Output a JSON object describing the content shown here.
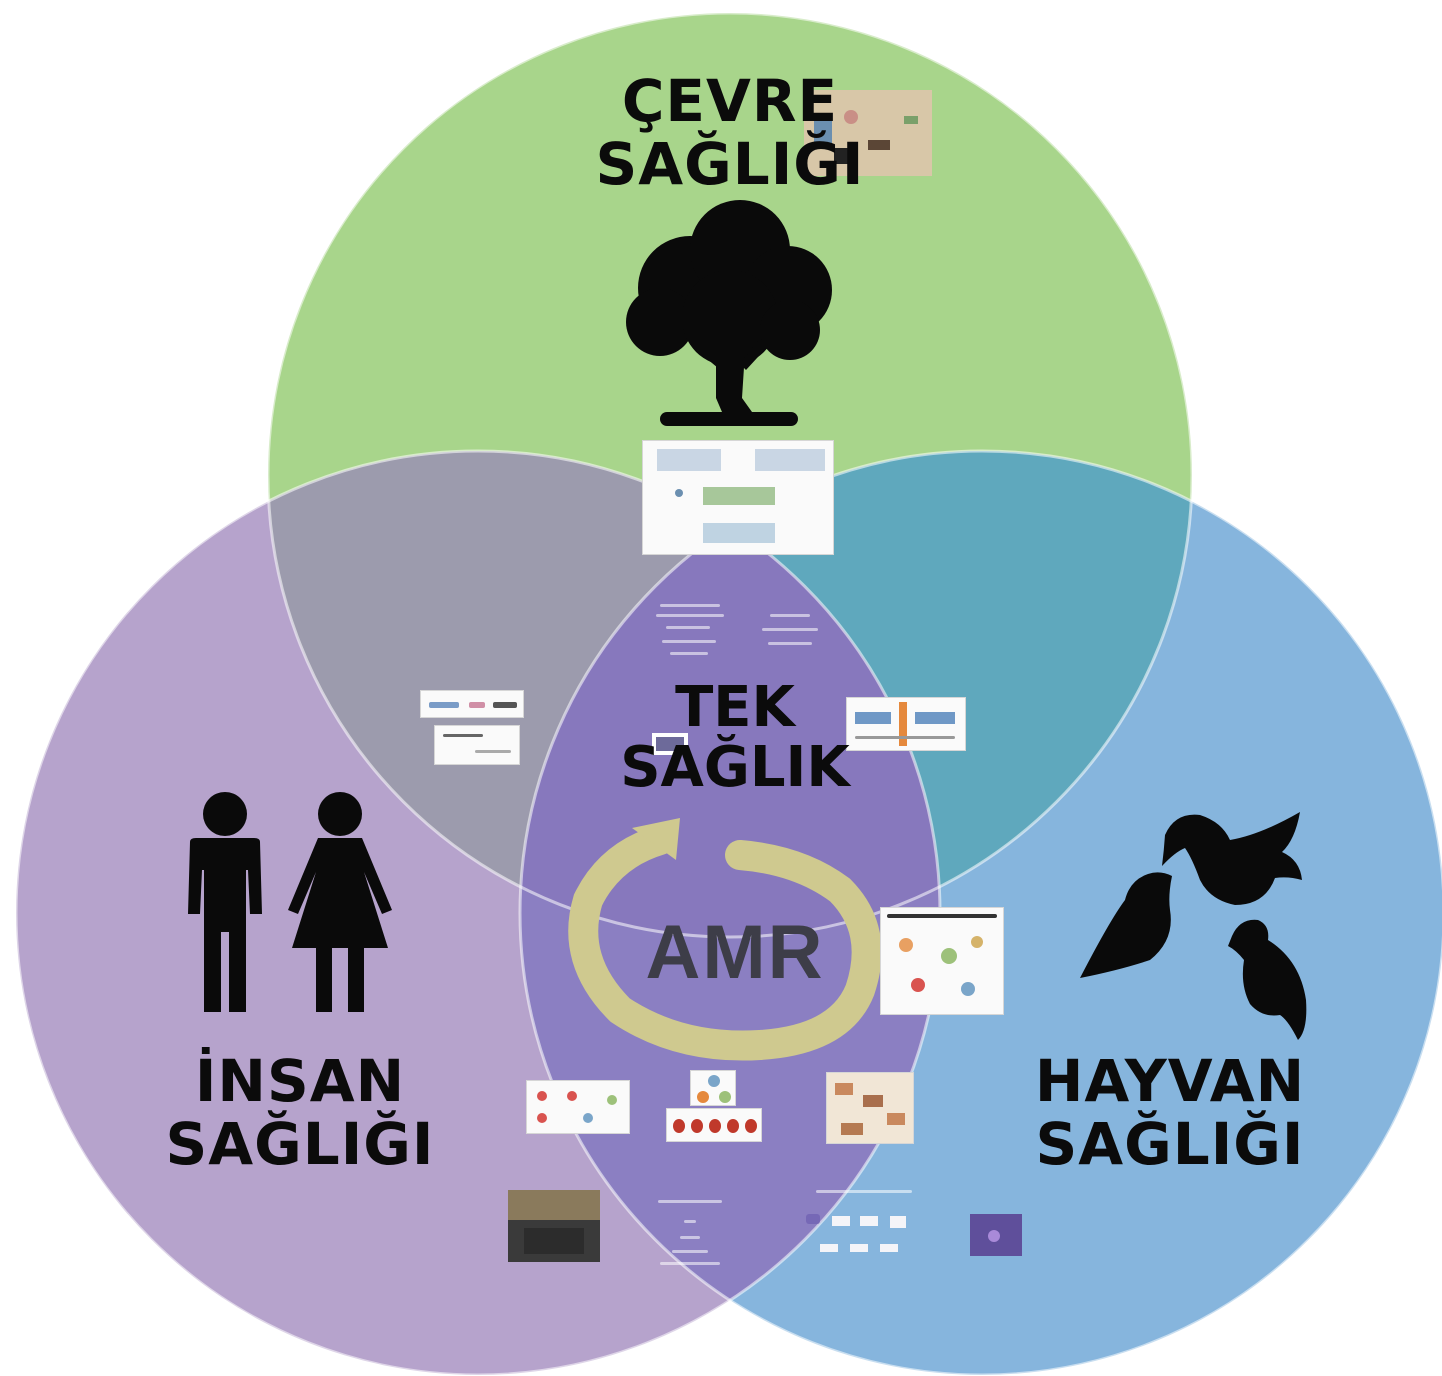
{
  "diagram": {
    "colors": {
      "environment": "#a8d58b",
      "human": "#b6a3cc",
      "animal": "#86b5dd",
      "env_human_overlap": "#9c9bad",
      "env_animal_overlap": "#5fa8bd",
      "human_animal_overlap": "#8b7fc2",
      "center_overlap": "#8778bd",
      "amr_ring": "#cfc98f"
    },
    "circles": [
      {
        "id": "environment",
        "line1": "ÇEVRE",
        "line2": "SAĞLIĞI",
        "icon": "tree-icon"
      },
      {
        "id": "human",
        "line1": "İNSAN",
        "line2": "SAĞLIĞI",
        "icon": "people-icon"
      },
      {
        "id": "animal",
        "line1": "HAYVAN",
        "line2": "SAĞLIĞI",
        "icon": "birds-icon"
      }
    ],
    "center": {
      "line1": "TEK",
      "line2": "SAĞLIK"
    },
    "amr": {
      "label": "AMR",
      "icon": "cycle-arrow-icon"
    }
  }
}
